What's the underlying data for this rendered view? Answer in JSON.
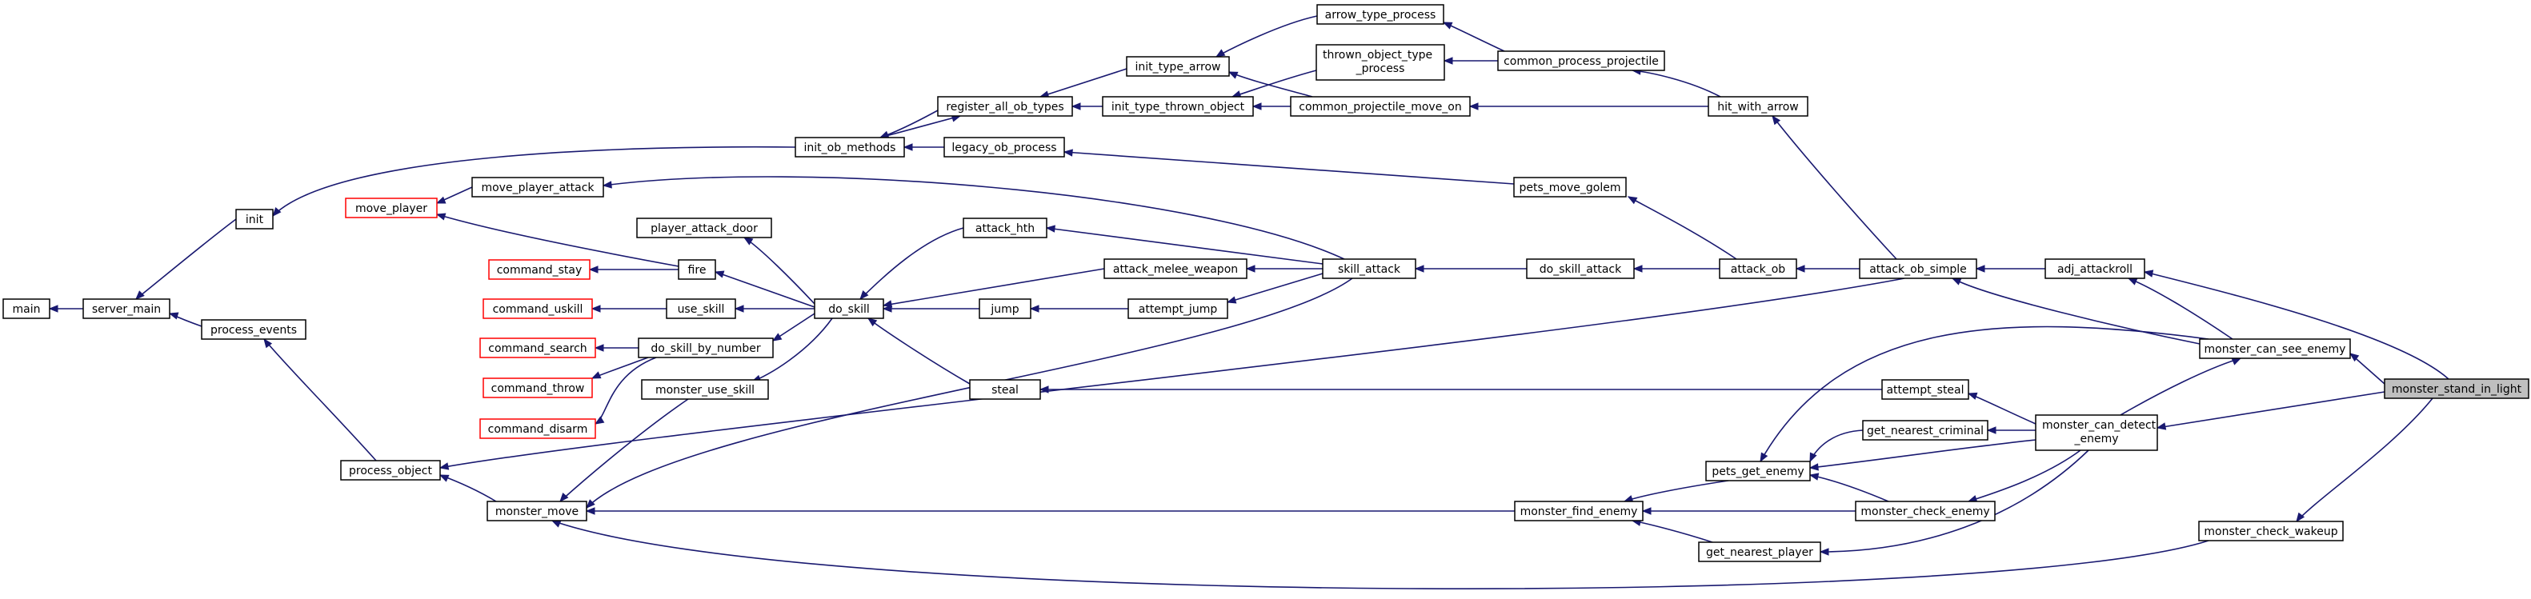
{
  "graph": {
    "focus_node": "monster_stand_in_light",
    "edge_color": "#191970",
    "red_node_border": "#ff0000",
    "focus_fill": "#bfbfbf",
    "nodes": {
      "main": "main",
      "server_main": "server_main",
      "init": "init",
      "process_events": "process_events",
      "move_player": "move_player",
      "move_player_attack": "move_player_attack",
      "player_attack_door": "player_attack_door",
      "command_stay": "command_stay",
      "fire": "fire",
      "command_uskill": "command_uskill",
      "use_skill": "use_skill",
      "command_search": "command_search",
      "do_skill_by_number": "do_skill_by_number",
      "command_throw": "command_throw",
      "monster_use_skill": "monster_use_skill",
      "command_disarm": "command_disarm",
      "process_object": "process_object",
      "monster_move": "monster_move",
      "init_ob_methods": "init_ob_methods",
      "legacy_ob_process": "legacy_ob_process",
      "register_all_ob_types": "register_all_ob_types",
      "init_type_arrow": "init_type_arrow",
      "init_type_thrown_object": "init_type_thrown_object",
      "arrow_type_process": "arrow_type_process",
      "thrown_object_type_process_l1": "thrown_object_type",
      "thrown_object_type_process_l2": "_process",
      "common_process_projectile": "common_process_projectile",
      "common_projectile_move_on": "common_projectile_move_on",
      "hit_with_arrow": "hit_with_arrow",
      "attack_hth": "attack_hth",
      "do_skill": "do_skill",
      "attack_melee_weapon": "attack_melee_weapon",
      "jump": "jump",
      "attempt_jump": "attempt_jump",
      "steal": "steal",
      "skill_attack": "skill_attack",
      "pets_move_golem": "pets_move_golem",
      "do_skill_attack": "do_skill_attack",
      "attack_ob": "attack_ob",
      "attack_ob_simple": "attack_ob_simple",
      "adj_attackroll": "adj_attackroll",
      "monster_can_see_enemy": "monster_can_see_enemy",
      "monster_stand_in_light": "monster_stand_in_light",
      "attempt_steal": "attempt_steal",
      "get_nearest_criminal": "get_nearest_criminal",
      "monster_can_detect_enemy_l1": "monster_can_detect",
      "monster_can_detect_enemy_l2": "_enemy",
      "pets_get_enemy": "pets_get_enemy",
      "monster_find_enemy": "monster_find_enemy",
      "monster_check_enemy": "monster_check_enemy",
      "get_nearest_player": "get_nearest_player",
      "monster_check_wakeup": "monster_check_wakeup"
    }
  }
}
